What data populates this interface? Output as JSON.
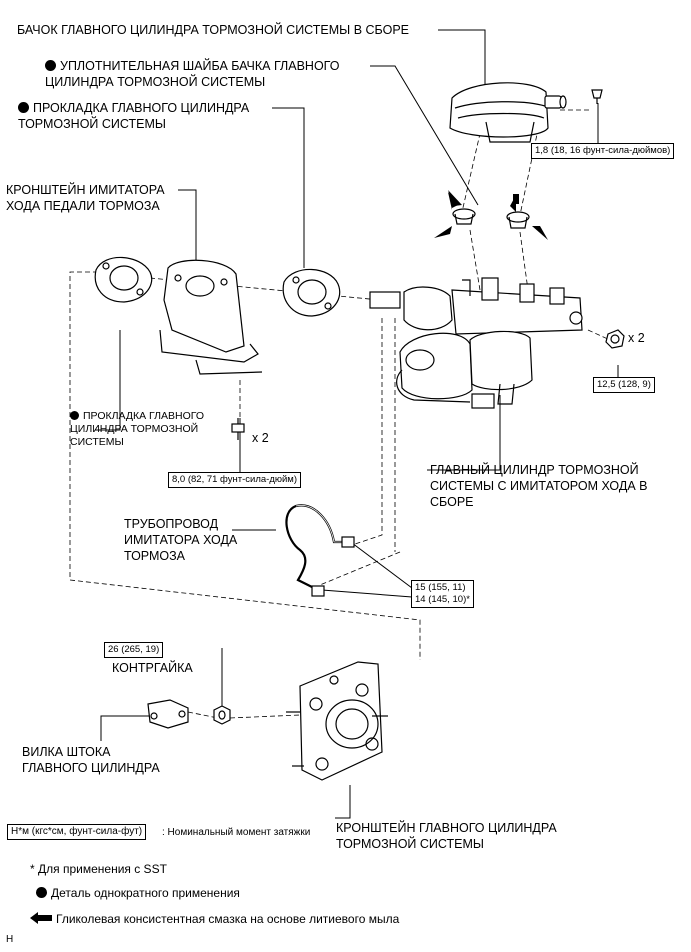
{
  "labels": {
    "reservoir_assy": "БАЧОК ГЛАВНОГО ЦИЛИНДРА ТОРМОЗНОЙ СИСТЕМЫ В СБОРЕ",
    "grommet": "УПЛОТНИТЕЛЬНАЯ ШАЙБА БАЧКА ГЛАВНОГО\nЦИЛИНДРА ТОРМОЗНОЙ СИСТЕМЫ",
    "gasket_top": "ПРОКЛАДКА ГЛАВНОГО ЦИЛИНДРА\nТОРМОЗНОЙ СИСТЕМЫ",
    "stroke_bracket": "КРОНШТЕЙН ИМИТАТОРА\nХОДА ПЕДАЛИ ТОРМОЗА",
    "gasket_small": "ПРОКЛАДКА ГЛАВНОГО\nЦИЛИНДРА ТОРМОЗНОЙ\nСИСТЕМЫ",
    "master_cyl_assy": "ГЛАВНЫЙ ЦИЛИНДР ТОРМОЗНОЙ\nСИСТЕМЫ С ИМИТАТОРОМ ХОДА В\nСБОРЕ",
    "sim_tube": "ТРУБОПРОВОД\nИМИТАТОРА ХОДА\nТОРМОЗА",
    "locknut": "КОНТРГАЙКА",
    "clevis": "ВИЛКА ШТОКА\nГЛАВНОГО ЦИЛИНДРА",
    "mc_bracket": "КРОНШТЕЙН ГЛАВНОГО ЦИЛИНДРА\nТОРМОЗНОЙ СИСТЕМЫ"
  },
  "torques": {
    "reservoir_screw": "1,8 (18, 16 фунт-сила-дюймов)",
    "mc_nut": "12,5 (128, 9)",
    "bracket_bolt": "8,0 (82, 71 фунт-сила-дюйм)",
    "tube_nuts": "15 (155, 11)\n14 (145, 10)*",
    "locknut": "26 (265, 19)"
  },
  "multipliers": {
    "mc_nut": "x 2",
    "bracket_bolt": "x 2"
  },
  "legend": {
    "unit_box": "Н*м (кгс*см, фунт-сила-фут)",
    "unit_desc": ": Номинальный момент затяжки",
    "sst_note": "* Для применения с SST",
    "non_reusable": "Деталь однократного применения",
    "grease": "Гликолевая консистентная смазка на основе литиевого мыла"
  },
  "corner_mark": "H"
}
